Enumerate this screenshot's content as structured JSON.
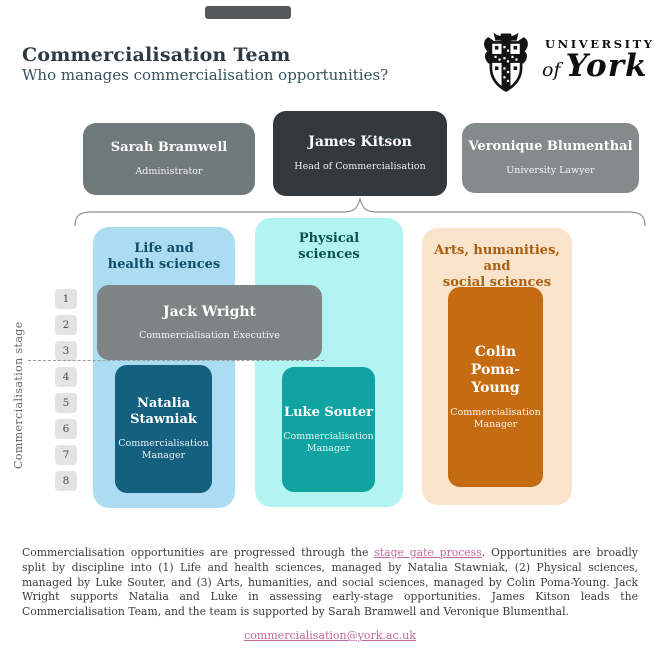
{
  "header": {
    "title": "Commercialisation Team",
    "subtitle": "Who manages commercialisation opportunities?",
    "logo": {
      "line1": "UNIVERSITY",
      "of": "of",
      "york": "York",
      "icon": "york-crest-icon"
    }
  },
  "top_row": [
    {
      "name": "Sarah Bramwell",
      "role": "Administrator"
    },
    {
      "name": "James Kitson",
      "role": "Head of Commercialisation"
    },
    {
      "name": "Veronique Blumenthal",
      "role": "University Lawyer"
    }
  ],
  "executive": {
    "name": "Jack Wright",
    "role": "Commercialisation Executive"
  },
  "columns": [
    {
      "title_line1": "Life and",
      "title_line2": "health sciences",
      "manager": {
        "name": "Natalia Stawniak",
        "role": "Commercialisation Manager"
      }
    },
    {
      "title_line1": "Physical",
      "title_line2": "sciences",
      "manager": {
        "name": "Luke Souter",
        "role": "Commercialisation Manager"
      }
    },
    {
      "title_line1": "Arts, humanities, and",
      "title_line2": "social sciences",
      "manager": {
        "name": "Colin Poma-Young",
        "role": "Commercialisation Manager"
      }
    }
  ],
  "stage_axis": {
    "label": "Commercialisation stage",
    "stages": [
      "1",
      "2",
      "3",
      "4",
      "5",
      "6",
      "7",
      "8"
    ]
  },
  "footer": {
    "text_before_link": "Commercialisation opportunities are progressed through the ",
    "link_label": "stage gate process",
    "text_after_link": ". Opportunities are broadly split by discipline into (1) Life and health sciences, managed by Natalia Stawniak, (2) Physical sciences, managed by Luke Souter, and (3) Arts, humanities, and social sciences, managed by Colin Poma-Young. Jack Wright supports Natalia and Luke in assessing early-stage opportunities. James Kitson leads the Commercialisation Team, and the team is supported by Sarah Bramwell and Veronique Blumenthal.",
    "email": "commercialisation@york.ac.uk"
  },
  "colors": {
    "dark_box": "#333a3c",
    "gray_box": "#717a7a",
    "executive_box": "#7c8484",
    "col_life_bg": "#abdcf2",
    "col_physical_bg": "#b2f4f1",
    "col_arts_bg": "#f9e3ca",
    "natalia_box": "#16607f",
    "luke_box": "#11a2a2",
    "colin_box": "#c56c12",
    "link_pink": "#c2679b",
    "title_text": "#2e3a40",
    "subtitle_text": "#35525c"
  }
}
